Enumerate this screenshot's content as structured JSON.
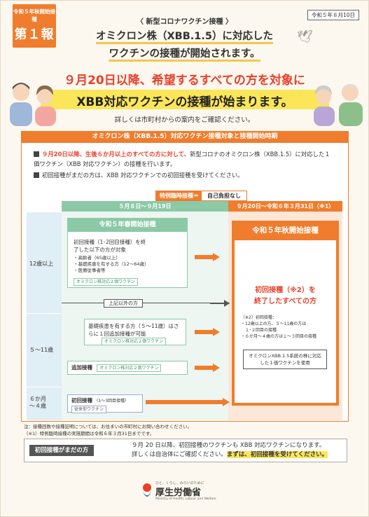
{
  "badge": {
    "line1": "令和５年秋開始接種",
    "line2": "第１報"
  },
  "date": "令和５年８月10日",
  "subtitle": "〈 新型コロナワクチン接種 〉",
  "headline1": "オミクロン株（XBB.1.5）に対応した",
  "headline2": "ワクチンの接種が開始されます。",
  "red_headline": "９月20日以降、希望するすべての方を対象に",
  "black_headline": "XBB対応ワクチンの接種が始まります。",
  "detail_note": "詳しくは市町村からの案内をご確認ください。",
  "section_title": "オミクロン株（XBB.1.5）対応ワクチン接種対象と接種開始時期",
  "para1_red": "９月20日以降、生後６か月以上のすべての方に対して、",
  "para1_rest": "新型コロナのオミクロン株（XBB.1.5）に対応した１価ワクチン（XBB 対応ワクチン）の接種を行います。",
  "para2": "初回接種がまだの方は、XBB 対応ワクチンでの初回接種を受けてください。",
  "tokurei": "特例臨時接種＝",
  "jiko": "自己負担なし",
  "period_green": "５月８日～９月19日",
  "period_orange": "９月20日～令和６年３月31日（※1）",
  "ages": [
    "12歳以上",
    "５～11歳",
    "６か月\n～４歳"
  ],
  "spring": {
    "title": "令和５年春開始接種",
    "desc": "初回接種（1･2回目接種）を終了した以下の方が対象",
    "items": [
      "・高齢者（65歳以上）",
      "・基礎疾患を有する方（12～64歳）",
      "・医療従事者等"
    ],
    "tag": "オミクロン株対応２価ワクチン"
  },
  "other": "上記以外の方",
  "kids_basic": {
    "text": "基礎疾患を有する方（５～11歳）はさらに１回追加接種が可能",
    "tag": "オミクロン株対応２価ワクチン"
  },
  "kids_add": {
    "label": "追加接種",
    "tag": "オミクロン株対応２価ワクチン"
  },
  "infant": {
    "label": "初回接種",
    "sub": "（1～3回目接種）",
    "tag": "従来型ワクチン"
  },
  "autumn": {
    "title": "令和５年秋開始接種",
    "main1": "初回接種（※2）を",
    "main2": "終了したすべての方",
    "note_head": "（※2）初回接種：",
    "note_items": [
      "・12歳以上の方、５～11歳の方は",
      "　１･２回目の接種",
      "・６か月～４歳の方は１～３回目の接種"
    ],
    "vaccine": "オミクロンXBB.1.5系統の株に対応した１価ワクチンを使用"
  },
  "notes": [
    "注：接種回数や接種証明については、お住まいの市町村にお問い合わせください。",
    "（※1）特例臨時接種の実施期間は令和６年３月31日までです。"
  ],
  "bottom": {
    "tag": "初回接種がまだの方",
    "line1": "９月 20 日以降、初回接種のワクチンも XBB 対応ワクチンになります。",
    "line2a": "詳しくは自治体にご確認ください。",
    "line2b": "まずは、初回接種を受けてください。"
  },
  "logo": {
    "sub": "ひと、くらし、みらいのために",
    "name": "厚生労働省",
    "eng": "Ministry of Health, Labour and Welfare"
  },
  "colors": {
    "orange": "#ef7d2d",
    "red": "#e8402a",
    "green": "#8cc9a7",
    "yellow": "#fbe65a"
  }
}
